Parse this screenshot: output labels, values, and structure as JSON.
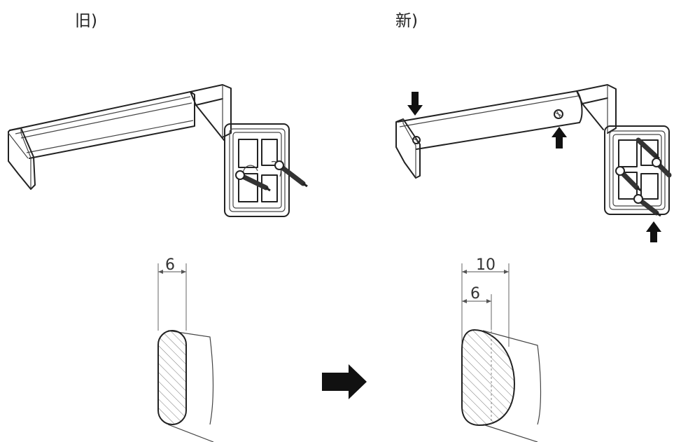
{
  "labels": {
    "old": "旧)",
    "new": "新)"
  },
  "dimensions": {
    "old_width": "6",
    "new_outer_width": "10",
    "new_inner_width": "6"
  },
  "colors": {
    "line": "#222222",
    "arrow": "#111111",
    "screw": "#333333",
    "background": "#ffffff"
  }
}
